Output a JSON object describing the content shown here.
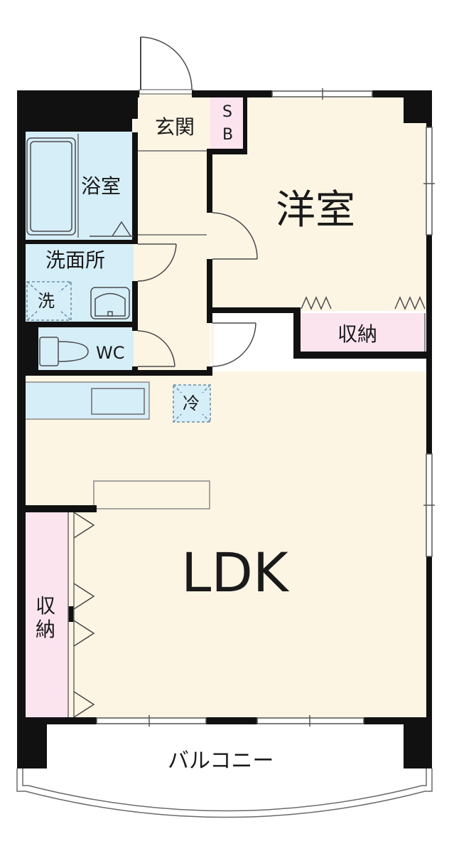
{
  "rooms": {
    "genkan": "玄関",
    "sb_top": "S",
    "sb_bottom": "B",
    "yoshitsu": "洋室",
    "yokushitsu": "浴室",
    "senmenjo": "洗面所",
    "sentakuki": "洗",
    "wc": "WC",
    "shuno_right": "収納",
    "reizoko": "冷",
    "ldk": "LDK",
    "shuno_left_top": "収",
    "shuno_left_bottom": "納",
    "balcony": "バルコニー"
  },
  "colors": {
    "wall": "#111111",
    "room_floor": "#fdf5e4",
    "wet_area": "#d6eef8",
    "storage": "#fbe4ee",
    "fixture_outline": "#4a4a4a",
    "dashed_outline": "#6a8fa8"
  }
}
